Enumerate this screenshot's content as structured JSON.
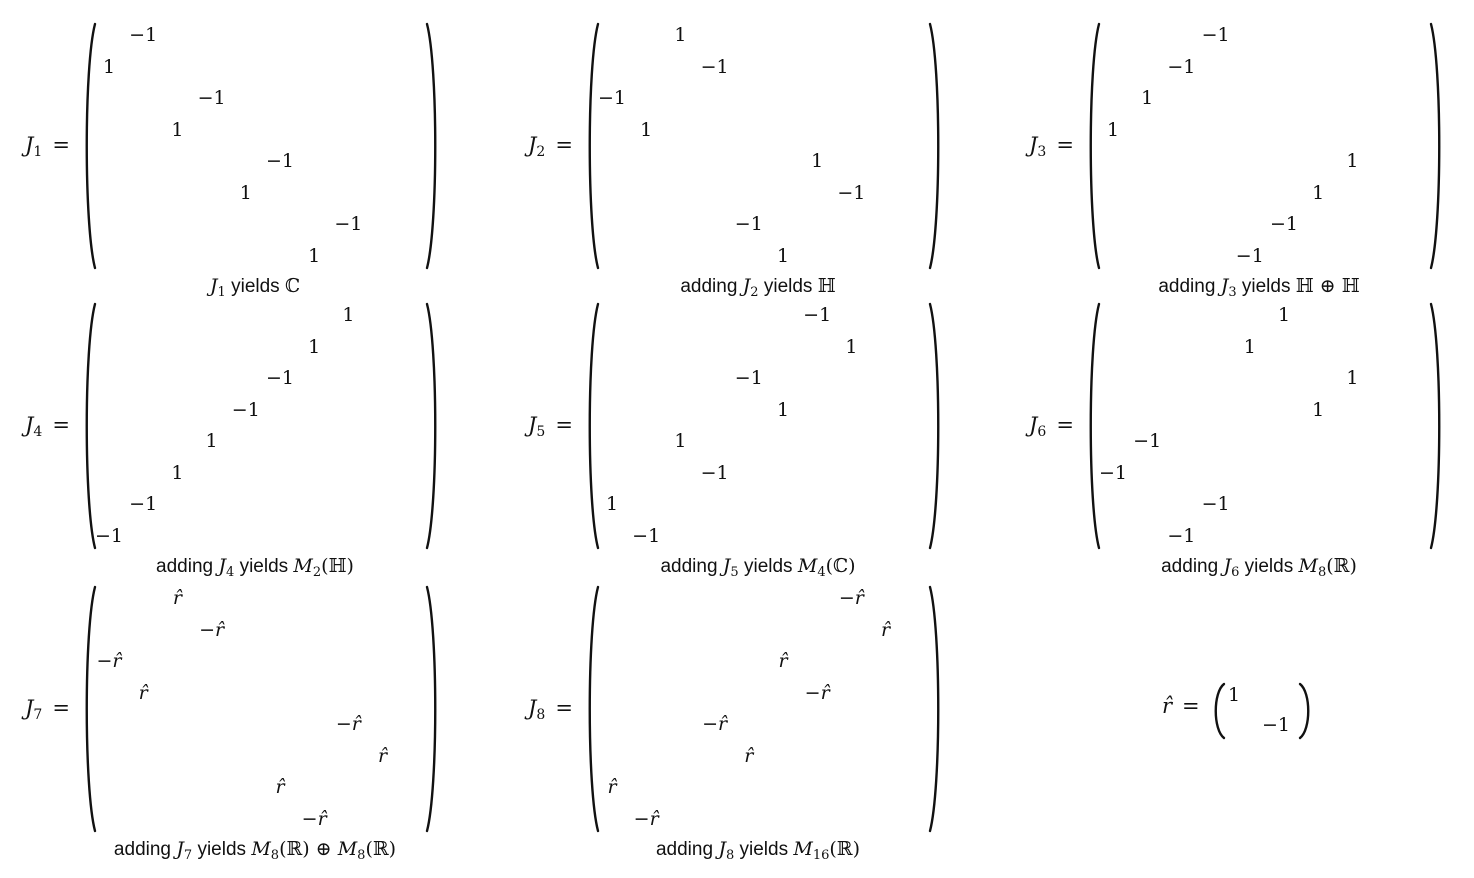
{
  "matrices": [
    {
      "symbol": "J",
      "index": "1",
      "equals": "=",
      "entries": [
        {
          "row": 0,
          "col": 1,
          "text": "−1"
        },
        {
          "row": 1,
          "col": 0,
          "text": "1"
        },
        {
          "row": 2,
          "col": 3,
          "text": "−1"
        },
        {
          "row": 3,
          "col": 2,
          "text": "1"
        },
        {
          "row": 4,
          "col": 5,
          "text": "−1"
        },
        {
          "row": 5,
          "col": 4,
          "text": "1"
        },
        {
          "row": 6,
          "col": 7,
          "text": "−1"
        },
        {
          "row": 7,
          "col": 6,
          "text": "1"
        }
      ],
      "caption": {
        "prefix": "",
        "symbol": "J",
        "index": "1",
        "verb": " yields ",
        "result": "ℂ",
        "result_sub": "",
        "result_paren": "",
        "tail": ""
      }
    },
    {
      "symbol": "J",
      "index": "2",
      "equals": "=",
      "entries": [
        {
          "row": 0,
          "col": 2,
          "text": "1"
        },
        {
          "row": 1,
          "col": 3,
          "text": "−1"
        },
        {
          "row": 2,
          "col": 0,
          "text": "−1"
        },
        {
          "row": 3,
          "col": 1,
          "text": "1"
        },
        {
          "row": 4,
          "col": 6,
          "text": "1"
        },
        {
          "row": 5,
          "col": 7,
          "text": "−1"
        },
        {
          "row": 6,
          "col": 4,
          "text": "−1"
        },
        {
          "row": 7,
          "col": 5,
          "text": "1"
        }
      ],
      "caption": {
        "prefix": "adding ",
        "symbol": "J",
        "index": "2",
        "verb": " yields ",
        "result": "ℍ",
        "result_sub": "",
        "result_paren": "",
        "tail": ""
      }
    },
    {
      "symbol": "J",
      "index": "3",
      "equals": "=",
      "entries": [
        {
          "row": 0,
          "col": 3,
          "text": "−1"
        },
        {
          "row": 1,
          "col": 2,
          "text": "−1"
        },
        {
          "row": 2,
          "col": 1,
          "text": "1"
        },
        {
          "row": 3,
          "col": 0,
          "text": "1"
        },
        {
          "row": 4,
          "col": 7,
          "text": "1"
        },
        {
          "row": 5,
          "col": 6,
          "text": "1"
        },
        {
          "row": 6,
          "col": 5,
          "text": "−1"
        },
        {
          "row": 7,
          "col": 4,
          "text": "−1"
        }
      ],
      "caption": {
        "prefix": "adding ",
        "symbol": "J",
        "index": "3",
        "verb": " yields ",
        "result": "ℍ ⊕ ℍ",
        "result_sub": "",
        "result_paren": "",
        "tail": ""
      }
    },
    {
      "symbol": "J",
      "index": "4",
      "equals": "=",
      "entries": [
        {
          "row": 0,
          "col": 7,
          "text": "1"
        },
        {
          "row": 1,
          "col": 6,
          "text": "1"
        },
        {
          "row": 2,
          "col": 5,
          "text": "−1"
        },
        {
          "row": 3,
          "col": 4,
          "text": "−1"
        },
        {
          "row": 4,
          "col": 3,
          "text": "1"
        },
        {
          "row": 5,
          "col": 2,
          "text": "1"
        },
        {
          "row": 6,
          "col": 1,
          "text": "−1"
        },
        {
          "row": 7,
          "col": 0,
          "text": "−1"
        }
      ],
      "caption": {
        "prefix": "adding ",
        "symbol": "J",
        "index": "4",
        "verb": " yields ",
        "result": "M",
        "result_sub": "2",
        "result_paren": "(ℍ)",
        "tail": ""
      }
    },
    {
      "symbol": "J",
      "index": "5",
      "equals": "=",
      "entries": [
        {
          "row": 0,
          "col": 6,
          "text": "−1"
        },
        {
          "row": 1,
          "col": 7,
          "text": "1"
        },
        {
          "row": 2,
          "col": 4,
          "text": "−1"
        },
        {
          "row": 3,
          "col": 5,
          "text": "1"
        },
        {
          "row": 4,
          "col": 2,
          "text": "1"
        },
        {
          "row": 5,
          "col": 3,
          "text": "−1"
        },
        {
          "row": 6,
          "col": 0,
          "text": "1"
        },
        {
          "row": 7,
          "col": 1,
          "text": "−1"
        }
      ],
      "caption": {
        "prefix": "adding ",
        "symbol": "J",
        "index": "5",
        "verb": " yields ",
        "result": "M",
        "result_sub": "4",
        "result_paren": "(ℂ)",
        "tail": ""
      }
    },
    {
      "symbol": "J",
      "index": "6",
      "equals": "=",
      "entries": [
        {
          "row": 0,
          "col": 5,
          "text": "1"
        },
        {
          "row": 1,
          "col": 4,
          "text": "1"
        },
        {
          "row": 2,
          "col": 7,
          "text": "1"
        },
        {
          "row": 3,
          "col": 6,
          "text": "1"
        },
        {
          "row": 4,
          "col": 1,
          "text": "−1"
        },
        {
          "row": 5,
          "col": 0,
          "text": "−1"
        },
        {
          "row": 6,
          "col": 3,
          "text": "−1"
        },
        {
          "row": 7,
          "col": 2,
          "text": "−1"
        }
      ],
      "caption": {
        "prefix": "adding ",
        "symbol": "J",
        "index": "6",
        "verb": " yields ",
        "result": "M",
        "result_sub": "8",
        "result_paren": "(ℝ)",
        "tail": ""
      }
    },
    {
      "symbol": "J",
      "index": "7",
      "equals": "=",
      "entries": [
        {
          "row": 0,
          "col": 2,
          "text": "r̂"
        },
        {
          "row": 1,
          "col": 3,
          "text": "−r̂"
        },
        {
          "row": 2,
          "col": 0,
          "text": "−r̂"
        },
        {
          "row": 3,
          "col": 1,
          "text": "r̂"
        },
        {
          "row": 4,
          "col": 7,
          "text": "−r̂"
        },
        {
          "row": 5,
          "col": 8,
          "text": "r̂"
        },
        {
          "row": 6,
          "col": 5,
          "text": "r̂"
        },
        {
          "row": 7,
          "col": 6,
          "text": "−r̂"
        }
      ],
      "caption": {
        "prefix": "adding ",
        "symbol": "J",
        "index": "7",
        "verb": " yields ",
        "result": "M",
        "result_sub": "8",
        "result_paren": "(ℝ) ⊕ ",
        "tail": "M",
        "tail_sub": "8",
        "tail_paren": "(ℝ)"
      }
    },
    {
      "symbol": "J",
      "index": "8",
      "equals": "=",
      "entries": [
        {
          "row": 0,
          "col": 7,
          "text": "−r̂"
        },
        {
          "row": 1,
          "col": 8,
          "text": "r̂"
        },
        {
          "row": 2,
          "col": 5,
          "text": "r̂"
        },
        {
          "row": 3,
          "col": 6,
          "text": "−r̂"
        },
        {
          "row": 4,
          "col": 3,
          "text": "−r̂"
        },
        {
          "row": 5,
          "col": 4,
          "text": "r̂"
        },
        {
          "row": 6,
          "col": 0,
          "text": "r̂"
        },
        {
          "row": 7,
          "col": 1,
          "text": "−r̂"
        }
      ],
      "caption": {
        "prefix": "adding ",
        "symbol": "J",
        "index": "8",
        "verb": " yields ",
        "result": "M",
        "result_sub": "16",
        "result_paren": "(ℝ)",
        "tail": ""
      }
    }
  ],
  "r_hat": {
    "symbol": "r̂",
    "equals": "=",
    "entries": [
      {
        "row": 0,
        "col": 0,
        "text": "1"
      },
      {
        "row": 1,
        "col": 1,
        "text": "−1"
      }
    ]
  }
}
